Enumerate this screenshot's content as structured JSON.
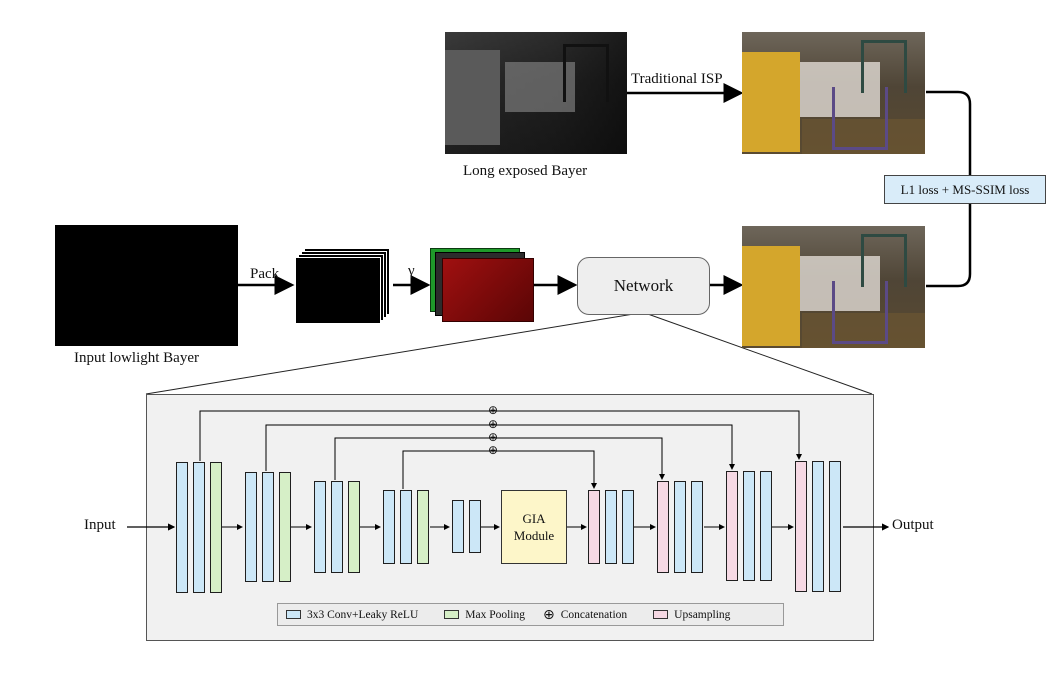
{
  "top": {
    "long_exposed_label": "Long exposed Bayer",
    "traditional_isp_label": "Traditional ISP",
    "loss_label": "L1 loss + MS-SSIM loss"
  },
  "bottom_pipeline": {
    "input_label": "Input lowlight Bayer",
    "pack_label": "Pack",
    "gamma_label": "γ",
    "network_label": "Network"
  },
  "architecture": {
    "input_label": "Input",
    "output_label": "Output",
    "gia_line1": "GIA",
    "gia_line2": "Module",
    "concat_symbol": "⊕"
  },
  "legend": {
    "conv_label": "3x3 Conv+Leaky ReLU",
    "pool_label": "Max Pooling",
    "concat_symbol": "⊕",
    "concat_label": "Concatenation",
    "up_label": "Upsampling"
  },
  "colors": {
    "conv": "#cce7f7",
    "pool": "#d6efc7",
    "upsample": "#f6d9e4",
    "gia": "#fdf6c9",
    "loss": "#d9ecf9"
  }
}
